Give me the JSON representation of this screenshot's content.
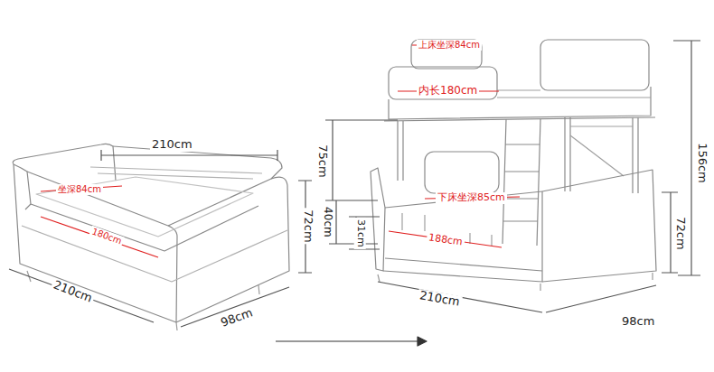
{
  "diagram": {
    "labels": [
      "210cm",
      "坐深84cm",
      "180cm",
      "72cm",
      "210cm",
      "98cm",
      "上床坐深84cm",
      "内长180cm",
      "75cm",
      "156cm",
      "下床坐深85cm",
      "40cm",
      "31cm",
      "72cm",
      "188cm",
      "210cm",
      "98cm"
    ]
  }
}
